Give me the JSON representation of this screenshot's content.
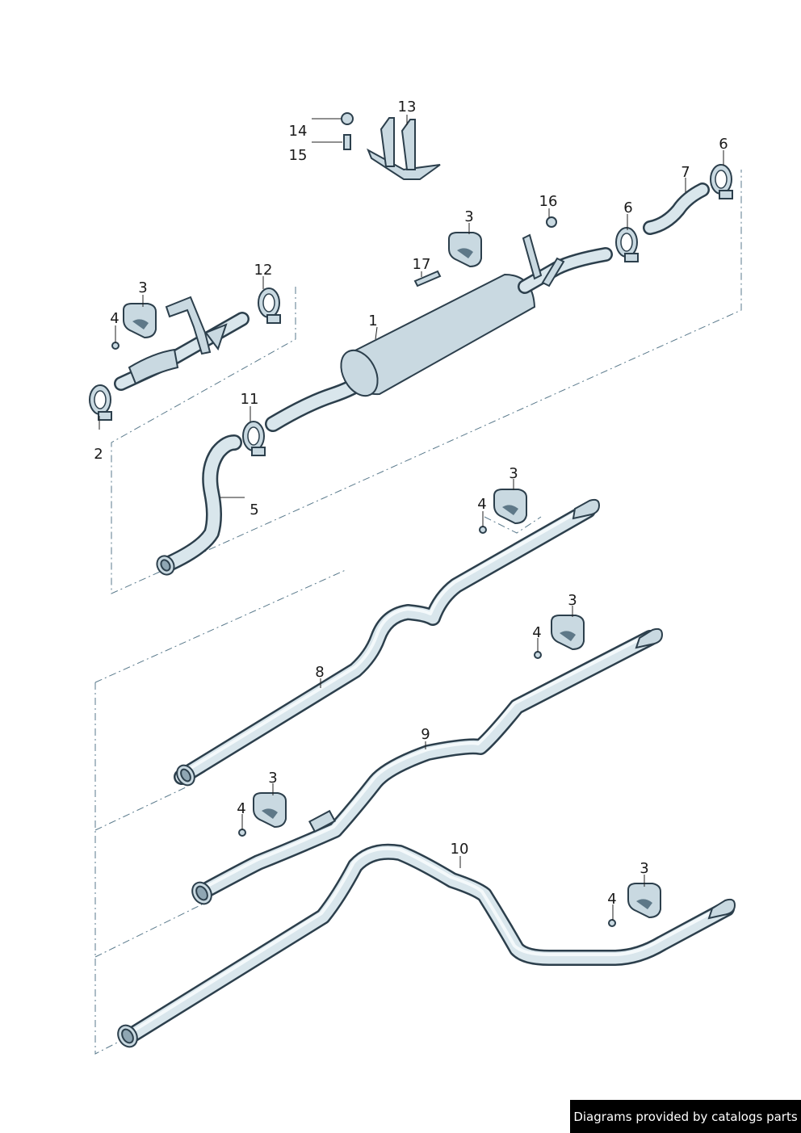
{
  "callouts": {
    "c1": "1",
    "c2": "2",
    "c3a": "3",
    "c3b": "3",
    "c3c": "3",
    "c3d": "3",
    "c3e": "3",
    "c3f": "3",
    "c4a": "4",
    "c4b": "4",
    "c4c": "4",
    "c4d": "4",
    "c4e": "4",
    "c5": "5",
    "c6a": "6",
    "c6b": "6",
    "c7": "7",
    "c8": "8",
    "c9": "9",
    "c10": "10",
    "c11": "11",
    "c12": "12",
    "c13": "13",
    "c14": "14",
    "c15": "15",
    "c16": "16",
    "c17": "17"
  },
  "credit": "Diagrams provided by catalogs parts",
  "colors": {
    "pipe_outline": "#2c3f4c",
    "pipe_fill": "#d9e6ec",
    "guide_line": "#5a7a8c",
    "banner": "#000000"
  }
}
